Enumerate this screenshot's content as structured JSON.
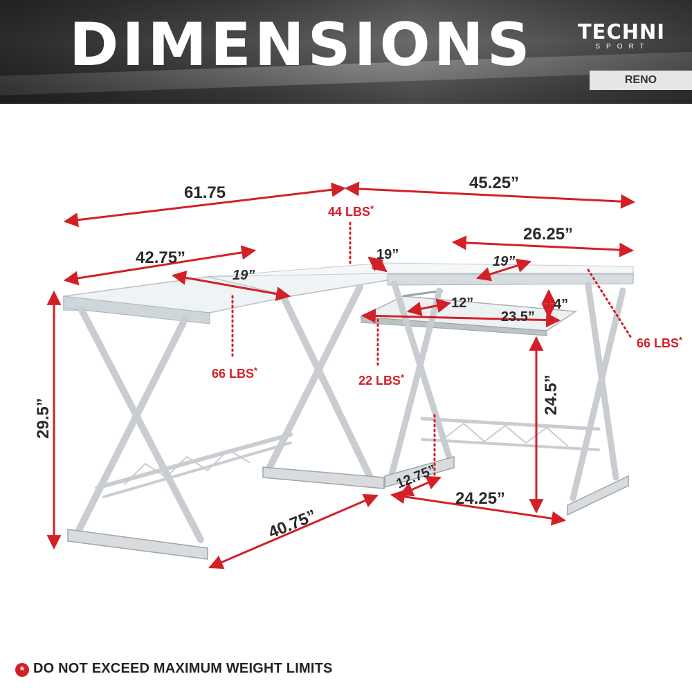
{
  "header": {
    "title": "DIMENSIONS",
    "brand_name": "TECHNI",
    "brand_sub": "SPORT",
    "model": "RENO"
  },
  "dimensions": {
    "total_width_left": "61.75",
    "total_width_right": "45.25”",
    "right_desk_width": "26.25”",
    "left_top_width": "42.75”",
    "corner_depth": "19”",
    "left_depth": "19”",
    "right_depth": "19”",
    "keyboard_tray_depth": "12”",
    "keyboard_tray_width": "23.5”",
    "tray_drop": "4”",
    "height": "29.5”",
    "tray_height": "24.5”",
    "bottom_left_width": "40.75”",
    "bottom_corner_depth": "12.75”",
    "bottom_right_width": "24.25”"
  },
  "weights": {
    "corner": "44 LBS",
    "left": "66 LBS",
    "right": "66 LBS",
    "tray": "22 LBS",
    "asterisk": "*"
  },
  "footer": {
    "icon": "*",
    "note": "DO NOT EXCEED MAXIMUM WEIGHT LIMITS"
  },
  "colors": {
    "accent": "#d32027",
    "dimension_text": "#2a2a2a",
    "frame": "#c9ccd1"
  }
}
